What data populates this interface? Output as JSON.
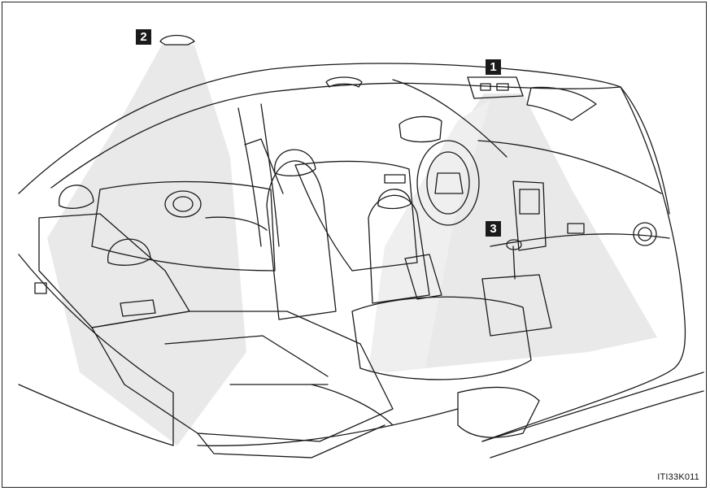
{
  "callouts": [
    {
      "label": "1"
    },
    {
      "label": "2"
    },
    {
      "label": "3"
    }
  ],
  "figure_code": "ITI33K011",
  "colors": {
    "line": "#1a1a1a",
    "light_beam": "#e9e9e9",
    "callout_bg": "#1a1a1a"
  }
}
